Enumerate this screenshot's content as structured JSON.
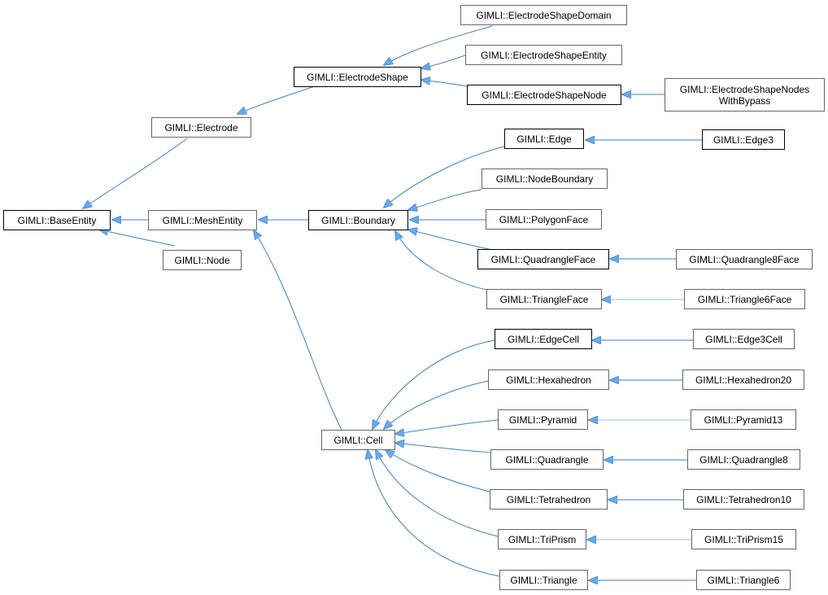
{
  "colors": {
    "edge": "#3f7fbf",
    "arrow": "#66aaee",
    "border": "#666666"
  },
  "nodes": {
    "base_entity": "GIMLI::BaseEntity",
    "electrode": "GIMLI::Electrode",
    "mesh_entity": "GIMLI::MeshEntity",
    "node": "GIMLI::Node",
    "electrode_shape": "GIMLI::ElectrodeShape",
    "boundary": "GIMLI::Boundary",
    "cell": "GIMLI::Cell",
    "electrode_shape_domain": "GIMLI::ElectrodeShapeDomain",
    "electrode_shape_entity": "GIMLI::ElectrodeShapeEntity",
    "electrode_shape_node": "GIMLI::ElectrodeShapeNode",
    "electrode_shape_nodes_with_bypass": "GIMLI::ElectrodeShapeNodes WithBypass",
    "edge": "GIMLI::Edge",
    "node_boundary": "GIMLI::NodeBoundary",
    "polygon_face": "GIMLI::PolygonFace",
    "quadrangle_face": "GIMLI::QuadrangleFace",
    "triangle_face": "GIMLI::TriangleFace",
    "edge3": "GIMLI::Edge3",
    "quadrangle8_face": "GIMLI::Quadrangle8Face",
    "triangle6_face": "GIMLI::Triangle6Face",
    "edge_cell": "GIMLI::EdgeCell",
    "hexahedron": "GIMLI::Hexahedron",
    "pyramid": "GIMLI::Pyramid",
    "quadrangle": "GIMLI::Quadrangle",
    "tetrahedron": "GIMLI::Tetrahedron",
    "tri_prism": "GIMLI::TriPrism",
    "triangle": "GIMLI::Triangle",
    "edge3_cell": "GIMLI::Edge3Cell",
    "hexahedron20": "GIMLI::Hexahedron20",
    "pyramid13": "GIMLI::Pyramid13",
    "quadrangle8": "GIMLI::Quadrangle8",
    "tetrahedron10": "GIMLI::Tetrahedron10",
    "tri_prism15": "GIMLI::TriPrism15",
    "triangle6": "GIMLI::Triangle6"
  }
}
